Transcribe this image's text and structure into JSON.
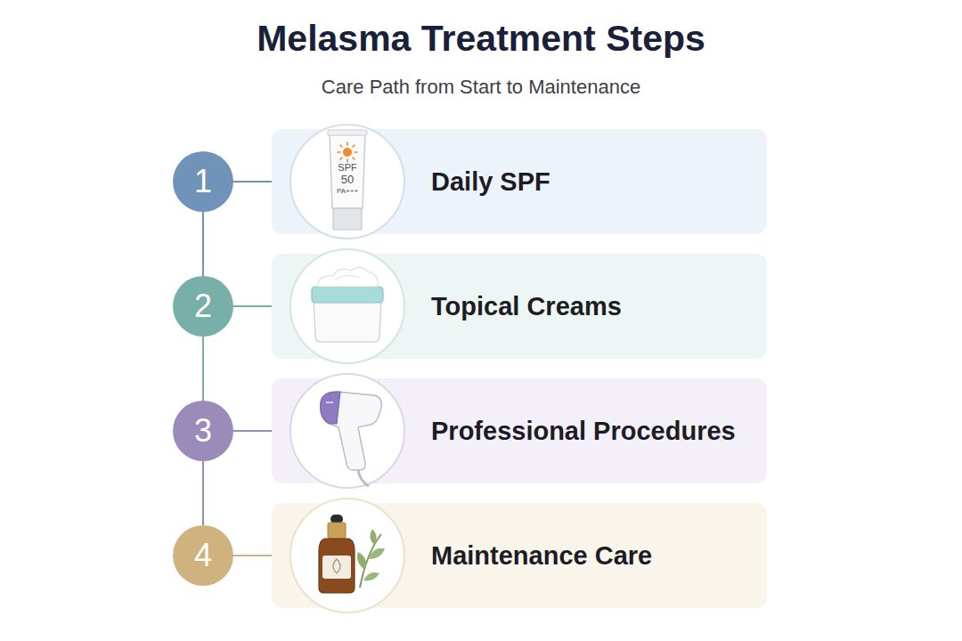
{
  "diagram": {
    "title": "Melasma Treatment Steps",
    "nodes": [
      {
        "text": [
          "1"
        ]
      },
      {
        "text": [
          "Daily SPF"
        ]
      },
      {
        "text": [
          "2"
        ]
      },
      {
        "text": [
          "Topical Creams"
        ]
      },
      {
        "text": [
          "3"
        ]
      },
      {
        "text": [
          "Professional Procedures"
        ]
      },
      {
        "text": [
          "4"
        ]
      },
      {
        "text": [
          "Maintenance Care"
        ]
      }
    ],
    "edges": [
      {
        "from": 0,
        "to": 1,
        "arrow": "none"
      },
      {
        "from": 0,
        "to": 2,
        "arrow": "none"
      },
      {
        "from": 2,
        "to": 3,
        "arrow": "none"
      },
      {
        "from": 2,
        "to": 4,
        "arrow": "none"
      },
      {
        "from": 4,
        "to": 5,
        "arrow": "none"
      },
      {
        "from": 4,
        "to": 6,
        "arrow": "none"
      },
      {
        "from": 6,
        "to": 7,
        "arrow": "none"
      }
    ],
    "labels": [
      "Care Path from Start to Maintenance",
      "SPF",
      "50",
      "PA+++"
    ]
  }
}
